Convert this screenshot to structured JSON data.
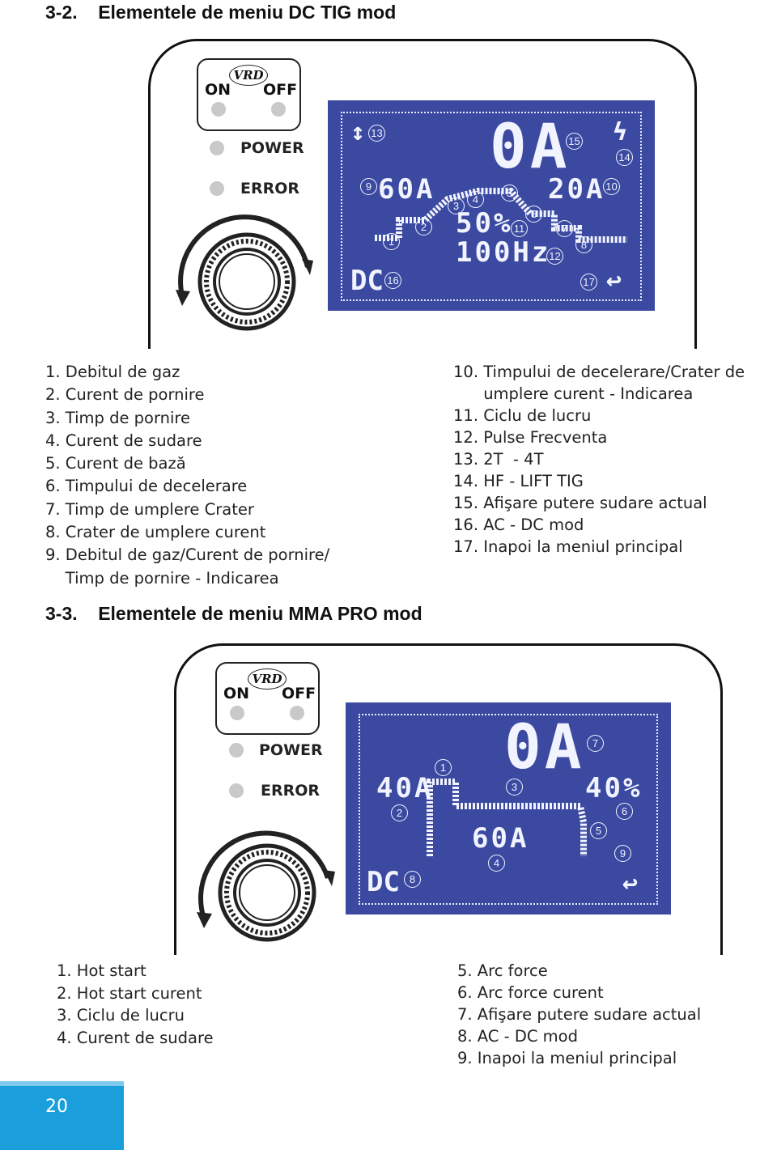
{
  "section1": {
    "heading": "3-2.    Elementele de meniu DC TIG mod",
    "panel": {
      "vrd_logo": "VRD",
      "on": "ON",
      "off": "OFF",
      "power": "POWER",
      "error": "ERROR",
      "lcd": {
        "big_current": "0A",
        "start_current": "60A",
        "base_current": "20A",
        "duty": "50%",
        "frequency": "100Hz",
        "mode": "DC",
        "markers": [
          "1",
          "2",
          "3",
          "4",
          "5",
          "6",
          "7",
          "8",
          "9",
          "10",
          "11",
          "12",
          "13",
          "14",
          "15",
          "16",
          "17"
        ]
      }
    },
    "list_left": [
      "1. Debitul de gaz",
      "2. Curent de pornire",
      "3. Timp de pornire",
      "4. Curent de sudare",
      "5. Curent de bază",
      "6. Timpului de decelerare",
      "7. Timp de umplere Crater",
      "8. Crater de umplere curent",
      "9. Debitul de gaz/Curent de pornire/",
      "    Timp de pornire - Indicarea"
    ],
    "list_right": [
      "10. Timpului de decelerare/Crater de",
      "      umplere curent - Indicarea",
      "11. Ciclu de lucru",
      "12. Pulse Frecventa",
      "13. 2T  - 4T",
      "14. HF - LIFT TIG",
      "15. Afişare putere sudare actual",
      "16. AC - DC mod",
      "17. Inapoi la meniul principal"
    ]
  },
  "section2": {
    "heading": "3-3.    Elementele de meniu MMA PRO mod",
    "panel": {
      "vrd_logo": "VRD",
      "on": "ON",
      "off": "OFF",
      "power": "POWER",
      "error": "ERROR",
      "lcd": {
        "big_current": "0A",
        "hot_start_current": "40A",
        "arc_force": "40%",
        "weld_current": "60A",
        "mode": "DC",
        "markers": [
          "1",
          "2",
          "3",
          "4",
          "5",
          "6",
          "7",
          "8",
          "9"
        ]
      }
    },
    "list_left": [
      "1. Hot start",
      "2. Hot start curent",
      "3. Ciclu de lucru",
      "4. Curent de sudare"
    ],
    "list_right": [
      "5. Arc force",
      "6. Arc force curent",
      "7. Afişare putere sudare actual",
      "8. AC - DC mod",
      "9. Inapoi la meniul principal"
    ]
  },
  "page_number": "20",
  "colors": {
    "lcd_bg": "#3b4aa0",
    "lcd_fg": "#f1f3ff",
    "footer": "#1a9fdc"
  }
}
